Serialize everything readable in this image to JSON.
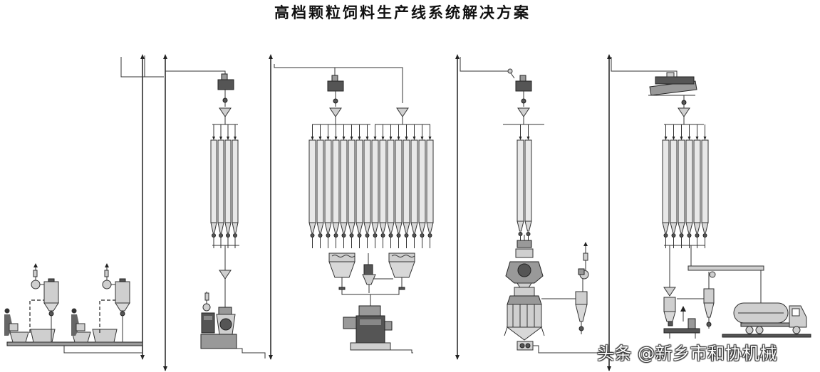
{
  "title": "高档颗粒饲料生产线系统解决方案",
  "watermark": "头条 @新乡市和协机械",
  "sections": [
    {
      "name": "intake"
    },
    {
      "name": "grinding"
    },
    {
      "name": "batching-mixing"
    },
    {
      "name": "pelleting-cooling"
    },
    {
      "name": "finished-product-loading"
    }
  ],
  "bin_counts": {
    "grinding": 4,
    "batching": 16,
    "pelleting": 2,
    "finished": 6
  },
  "colors": {
    "line": "#333333",
    "silo_fill": "#e8e8e8",
    "dark_equipment": "#555555"
  }
}
